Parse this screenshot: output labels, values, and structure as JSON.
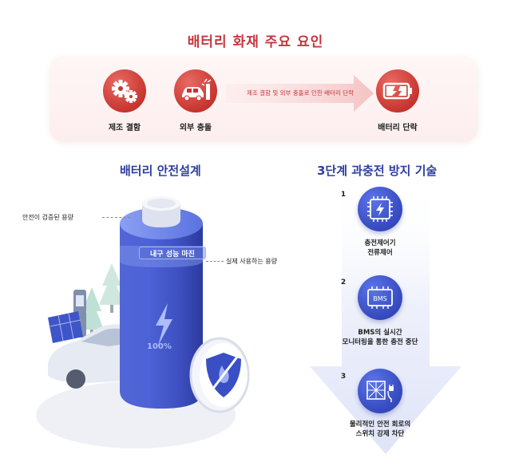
{
  "header": {
    "title": "배터리 화재 주요 요인"
  },
  "causes": {
    "items": [
      {
        "label": "제조 결함",
        "icon": "gears-icon"
      },
      {
        "label": "외부 충돌",
        "icon": "car-crash-icon"
      }
    ],
    "arrow_text": "제조 결함 및 외부 충돌로 인한 배터리 단락",
    "result": {
      "label": "배터리 단락",
      "icon": "broken-battery-icon"
    }
  },
  "safety_design": {
    "title": "배터리 안전설계",
    "callout_verified": "안전이 검증된 용량",
    "callout_actual": "실제 사용하는 용량",
    "margin_label": "내구 성능 마진",
    "percent": "100%"
  },
  "overcharge": {
    "title": "3단계 과충전 방지 기술",
    "steps": [
      {
        "num": "1",
        "line1": "충전제어기",
        "line2": "전류제어",
        "icon": "chip-bolt-icon"
      },
      {
        "num": "2",
        "line1": "BMS의 실시간",
        "line2": "모니터링을 통한 충전 중단",
        "icon": "bms-icon",
        "icon_text": "BMS"
      },
      {
        "num": "3",
        "line1": "물리적인 안전 회로의",
        "line2": "스위치 강제 차단",
        "icon": "switch-cutoff-icon"
      }
    ]
  },
  "colors": {
    "red": "#c5363d",
    "blue": "#2e3f9e",
    "battery": "#4154c9"
  }
}
